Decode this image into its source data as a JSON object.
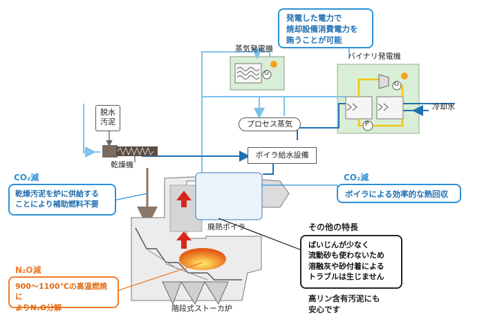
{
  "labels": {
    "steam_generator": "蒸気発電機",
    "binary_generator": "バイナリ発電機",
    "dewatered_sludge": [
      "脱水",
      "汚泥"
    ],
    "dryer": "乾燥機",
    "process_steam": "プロセス蒸気",
    "boiler_feedwater": "ボイラ給水設備",
    "cooling_water": "冷却水",
    "waste_heat_boiler": "廃熱ボイラ",
    "stoker_furnace": "階段式ストーカ炉",
    "generator_symbol": "G",
    "pump_symbol": "P"
  },
  "callouts": {
    "power": [
      "発電した電力で",
      "焼却設備消費電力を",
      "賄うことが可能"
    ],
    "co2_left_head": "CO₂減",
    "co2_left_text": [
      "乾燥汚泥を炉に供給する",
      "ことにより補助燃料不要"
    ],
    "co2_right_head": "CO₂減",
    "co2_right_text": "ボイラによる効率的な熱回収",
    "n2o_head": "N₂O減",
    "n2o_text": [
      "900～1100℃の高温燃焼に",
      "よりN₂O分解"
    ],
    "features_head": "その他の特長",
    "features_text": [
      "ばいじんが少なく",
      "流動砂も使わないため",
      "溶融灰や砂付着による",
      "トラブルは生じません"
    ],
    "phosphorus_text": [
      "高リン含有汚泥にも",
      "安心です"
    ]
  },
  "colors": {
    "steam_line": "#7cc3ea",
    "water_line": "#1f6fb2",
    "loop_line": "#f2c318",
    "co2": "#2b8fd6",
    "n2o": "#ef7a28",
    "flame": "#f28c1e",
    "fire_arrow": "#d8261c"
  }
}
